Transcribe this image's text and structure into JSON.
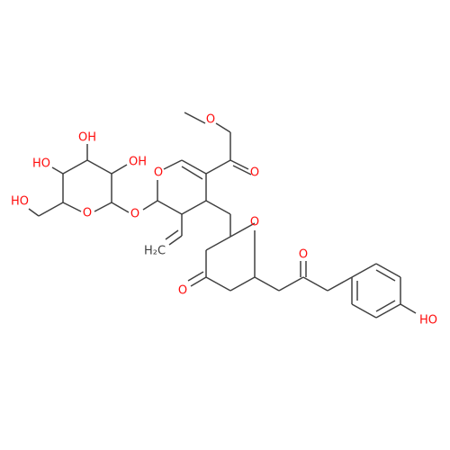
{
  "colors": {
    "bond": "#404040",
    "oxygen": "#ff0d0d",
    "carbon": "#404040"
  },
  "atom_labels": {
    "ester_carbonyl_o": "O",
    "ester_o": "O",
    "pyran_ring_o": "O",
    "glycosidic_o": "O",
    "sugar_ring_o": "O",
    "sugar_oh_1": "OH",
    "sugar_oh_2": "OH",
    "sugar_oh_3": "HO",
    "ch2oh": "HO",
    "vinyl_ch2": "H₂C",
    "oxane_ring_o": "O",
    "ring_ketone_o": "O",
    "chain_ketone_o": "O",
    "phenol_oh": "HO"
  }
}
